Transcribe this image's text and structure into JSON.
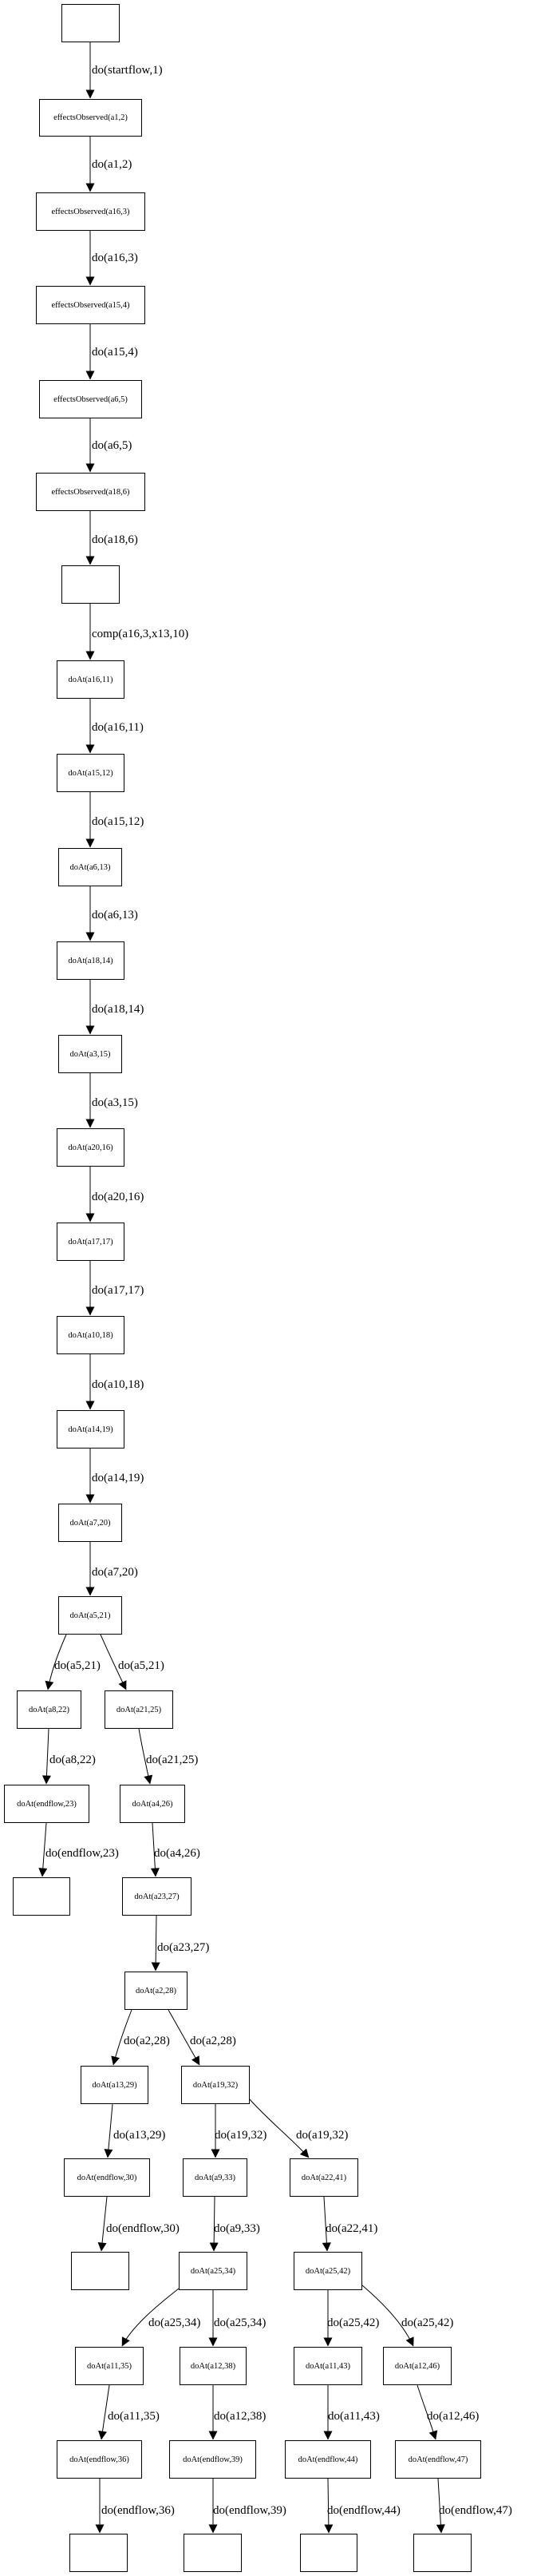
{
  "diagram": {
    "type": "flowchart",
    "background_color": "#ffffff",
    "stroke_color": "#000000",
    "nodes": [
      {
        "id": "n0",
        "label": ""
      },
      {
        "id": "n1",
        "label": "effectsObserved(a1,2)"
      },
      {
        "id": "n2",
        "label": "effectsObserved(a16,3)"
      },
      {
        "id": "n3",
        "label": "effectsObserved(a15,4)"
      },
      {
        "id": "n4",
        "label": "effectsObserved(a6,5)"
      },
      {
        "id": "n5",
        "label": "effectsObserved(a18,6)"
      },
      {
        "id": "n6",
        "label": ""
      },
      {
        "id": "n7",
        "label": "doAt(a16,11)"
      },
      {
        "id": "n8",
        "label": "doAt(a15,12)"
      },
      {
        "id": "n9",
        "label": "doAt(a6,13)"
      },
      {
        "id": "n10",
        "label": "doAt(a18,14)"
      },
      {
        "id": "n11",
        "label": "doAt(a3,15)"
      },
      {
        "id": "n12",
        "label": "doAt(a20,16)"
      },
      {
        "id": "n13",
        "label": "doAt(a17,17)"
      },
      {
        "id": "n14",
        "label": "doAt(a10,18)"
      },
      {
        "id": "n15",
        "label": "doAt(a14,19)"
      },
      {
        "id": "n16",
        "label": "doAt(a7,20)"
      },
      {
        "id": "n17",
        "label": "doAt(a5,21)"
      },
      {
        "id": "n18",
        "label": "doAt(a8,22)"
      },
      {
        "id": "n19",
        "label": "doAt(a21,25)"
      },
      {
        "id": "n20",
        "label": "doAt(endflow,23)"
      },
      {
        "id": "n21",
        "label": "doAt(a4,26)"
      },
      {
        "id": "n22",
        "label": ""
      },
      {
        "id": "n23",
        "label": "doAt(a23,27)"
      },
      {
        "id": "n24",
        "label": "doAt(a2,28)"
      },
      {
        "id": "n25",
        "label": "doAt(a13,29)"
      },
      {
        "id": "n26",
        "label": "doAt(a19,32)"
      },
      {
        "id": "n27",
        "label": "doAt(endflow,30)"
      },
      {
        "id": "n28",
        "label": "doAt(a9,33)"
      },
      {
        "id": "n29",
        "label": ""
      },
      {
        "id": "n30",
        "label": "doAt(a25,34)"
      },
      {
        "id": "n31",
        "label": "doAt(a11,35)"
      },
      {
        "id": "n32",
        "label": "doAt(a12,38)"
      },
      {
        "id": "n33",
        "label": "doAt(endflow,36)"
      },
      {
        "id": "n34",
        "label": "doAt(endflow,39)"
      },
      {
        "id": "n35",
        "label": ""
      },
      {
        "id": "n36",
        "label": ""
      },
      {
        "id": "n37",
        "label": "doAt(a22,41)"
      },
      {
        "id": "n38",
        "label": "doAt(a25,42)"
      },
      {
        "id": "n39",
        "label": "doAt(a11,43)"
      },
      {
        "id": "n40",
        "label": "doAt(a12,46)"
      },
      {
        "id": "n41",
        "label": "doAt(endflow,44)"
      },
      {
        "id": "n42",
        "label": "doAt(endflow,47)"
      },
      {
        "id": "n43",
        "label": ""
      },
      {
        "id": "n44",
        "label": ""
      }
    ],
    "edges": [
      {
        "from": "n0",
        "to": "n1",
        "label": "do(startflow,1)"
      },
      {
        "from": "n1",
        "to": "n2",
        "label": "do(a1,2)"
      },
      {
        "from": "n2",
        "to": "n3",
        "label": "do(a16,3)"
      },
      {
        "from": "n3",
        "to": "n4",
        "label": "do(a15,4)"
      },
      {
        "from": "n4",
        "to": "n5",
        "label": "do(a6,5)"
      },
      {
        "from": "n5",
        "to": "n6",
        "label": "do(a18,6)"
      },
      {
        "from": "n6",
        "to": "n7",
        "label": "comp(a16,3,x13,10)"
      },
      {
        "from": "n7",
        "to": "n8",
        "label": "do(a16,11)"
      },
      {
        "from": "n8",
        "to": "n9",
        "label": "do(a15,12)"
      },
      {
        "from": "n9",
        "to": "n10",
        "label": "do(a6,13)"
      },
      {
        "from": "n10",
        "to": "n11",
        "label": "do(a18,14)"
      },
      {
        "from": "n11",
        "to": "n12",
        "label": "do(a3,15)"
      },
      {
        "from": "n12",
        "to": "n13",
        "label": "do(a20,16)"
      },
      {
        "from": "n13",
        "to": "n14",
        "label": "do(a17,17)"
      },
      {
        "from": "n14",
        "to": "n15",
        "label": "do(a10,18)"
      },
      {
        "from": "n15",
        "to": "n16",
        "label": "do(a14,19)"
      },
      {
        "from": "n16",
        "to": "n17",
        "label": "do(a7,20)"
      },
      {
        "from": "n17",
        "to": "n18",
        "label": "do(a5,21)"
      },
      {
        "from": "n17",
        "to": "n19",
        "label": "do(a5,21)"
      },
      {
        "from": "n18",
        "to": "n20",
        "label": "do(a8,22)"
      },
      {
        "from": "n19",
        "to": "n21",
        "label": "do(a21,25)"
      },
      {
        "from": "n20",
        "to": "n22",
        "label": "do(endflow,23)"
      },
      {
        "from": "n21",
        "to": "n23",
        "label": "do(a4,26)"
      },
      {
        "from": "n23",
        "to": "n24",
        "label": "do(a23,27)"
      },
      {
        "from": "n24",
        "to": "n25",
        "label": "do(a2,28)"
      },
      {
        "from": "n24",
        "to": "n26",
        "label": "do(a2,28)"
      },
      {
        "from": "n25",
        "to": "n27",
        "label": "do(a13,29)"
      },
      {
        "from": "n26",
        "to": "n28",
        "label": "do(a19,32)"
      },
      {
        "from": "n26",
        "to": "n37",
        "label": "do(a19,32)"
      },
      {
        "from": "n27",
        "to": "n29",
        "label": "do(endflow,30)"
      },
      {
        "from": "n28",
        "to": "n30",
        "label": "do(a9,33)"
      },
      {
        "from": "n30",
        "to": "n31",
        "label": "do(a25,34)"
      },
      {
        "from": "n30",
        "to": "n32",
        "label": "do(a25,34)"
      },
      {
        "from": "n31",
        "to": "n33",
        "label": "do(a11,35)"
      },
      {
        "from": "n32",
        "to": "n34",
        "label": "do(a12,38)"
      },
      {
        "from": "n33",
        "to": "n35",
        "label": "do(endflow,36)"
      },
      {
        "from": "n34",
        "to": "n36",
        "label": "do(endflow,39)"
      },
      {
        "from": "n37",
        "to": "n38",
        "label": "do(a22,41)"
      },
      {
        "from": "n38",
        "to": "n39",
        "label": "do(a25,42)"
      },
      {
        "from": "n38",
        "to": "n40",
        "label": "do(a25,42)"
      },
      {
        "from": "n39",
        "to": "n41",
        "label": "do(a11,43)"
      },
      {
        "from": "n40",
        "to": "n42",
        "label": "do(a12,46)"
      },
      {
        "from": "n41",
        "to": "n43",
        "label": "do(endflow,44)"
      },
      {
        "from": "n42",
        "to": "n44",
        "label": "do(endflow,47)"
      }
    ]
  }
}
